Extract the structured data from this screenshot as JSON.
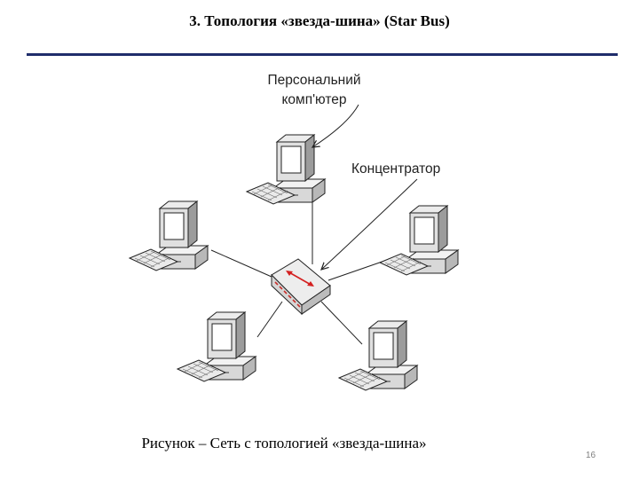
{
  "slide": {
    "title": "3. Топология «звезда-шина» (Star Bus)",
    "caption": "Рисунок  – Сеть с топологией «звезда-шина»",
    "page_number": "16"
  },
  "diagram": {
    "labels": {
      "pc_line1": "Персональний",
      "pc_line2": "комп'ютер",
      "hub": "Концентратор"
    },
    "nodes": [
      {
        "name": "pc-top"
      },
      {
        "name": "pc-left"
      },
      {
        "name": "pc-right"
      },
      {
        "name": "pc-bottom-left"
      },
      {
        "name": "pc-bottom-right"
      },
      {
        "name": "hub"
      }
    ],
    "colors": {
      "rule": "#1f2d6b",
      "arrow": "#d42020",
      "hub_ports": "#c9302c"
    }
  }
}
